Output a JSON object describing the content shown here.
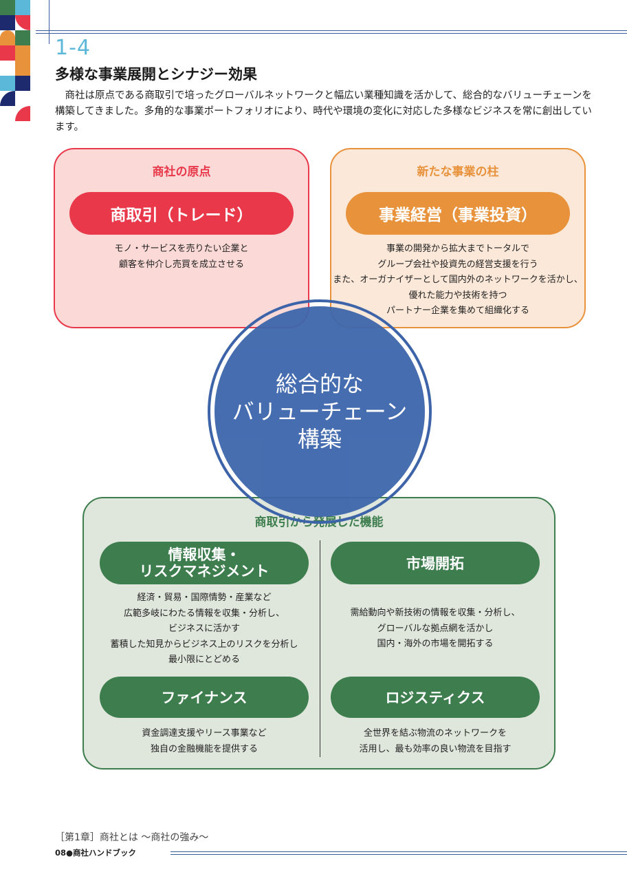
{
  "section": {
    "number": "1-4",
    "title": "多様な事業展開とシナジー効果",
    "intro": "商社は原点である商取引で培ったグローバルネットワークと幅広い業種知識を活かして、総合的なバリューチェーンを構築してきました。多角的な事業ポートフォリオにより、時代や環境の変化に対応した多様なビジネスを常に創出しています。"
  },
  "origin": {
    "heading": "商社の原点",
    "pill": "商取引（トレード）",
    "lines": [
      "モノ・サービスを売りたい企業と",
      "顧客を仲介し売買を成立させる"
    ]
  },
  "pillar": {
    "heading": "新たな事業の柱",
    "pill": "事業経営（事業投資）",
    "lines": [
      "事業の開発から拡大までトータルで",
      "グループ会社や投資先の経営支援を行う",
      "また、オーガナイザーとして国内外のネットワークを活かし、",
      "優れた能力や技術を持つ",
      "パートナー企業を集めて組織化する"
    ]
  },
  "center": {
    "lines": [
      "総合的な",
      "バリューチェーン",
      "構築"
    ]
  },
  "functions": {
    "heading": "商取引から発展した機能",
    "info": {
      "pill_lines": [
        "情報収集・",
        "リスクマネジメント"
      ],
      "lines": [
        "経済・貿易・国際情勢・産業など",
        "広範多岐にわたる情報を収集・分析し、",
        "ビジネスに活かす",
        "蓄積した知見からビジネス上のリスクを分析し",
        "最小限にとどめる"
      ]
    },
    "market": {
      "pill": "市場開拓",
      "lines": [
        "需給動向や新技術の情報を収集・分析し、",
        "グローバルな拠点網を活かし",
        "国内・海外の市場を開拓する"
      ]
    },
    "finance": {
      "pill": "ファイナンス",
      "lines": [
        "資金調達支援やリース事業など",
        "独自の金融機能を提供する"
      ]
    },
    "logistics": {
      "pill": "ロジスティクス",
      "lines": [
        "全世界を結ぶ物流のネットワークを",
        "活用し、最も効率の良い物流を目指す"
      ]
    }
  },
  "footer": {
    "chapter": "［第1章］商社とは ～商社の強み～",
    "page": "08●商社ハンドブック"
  },
  "colors": {
    "red": "#e8384a",
    "orange": "#e8923c",
    "green": "#3d7d4e",
    "blue": "#3d66ab"
  }
}
